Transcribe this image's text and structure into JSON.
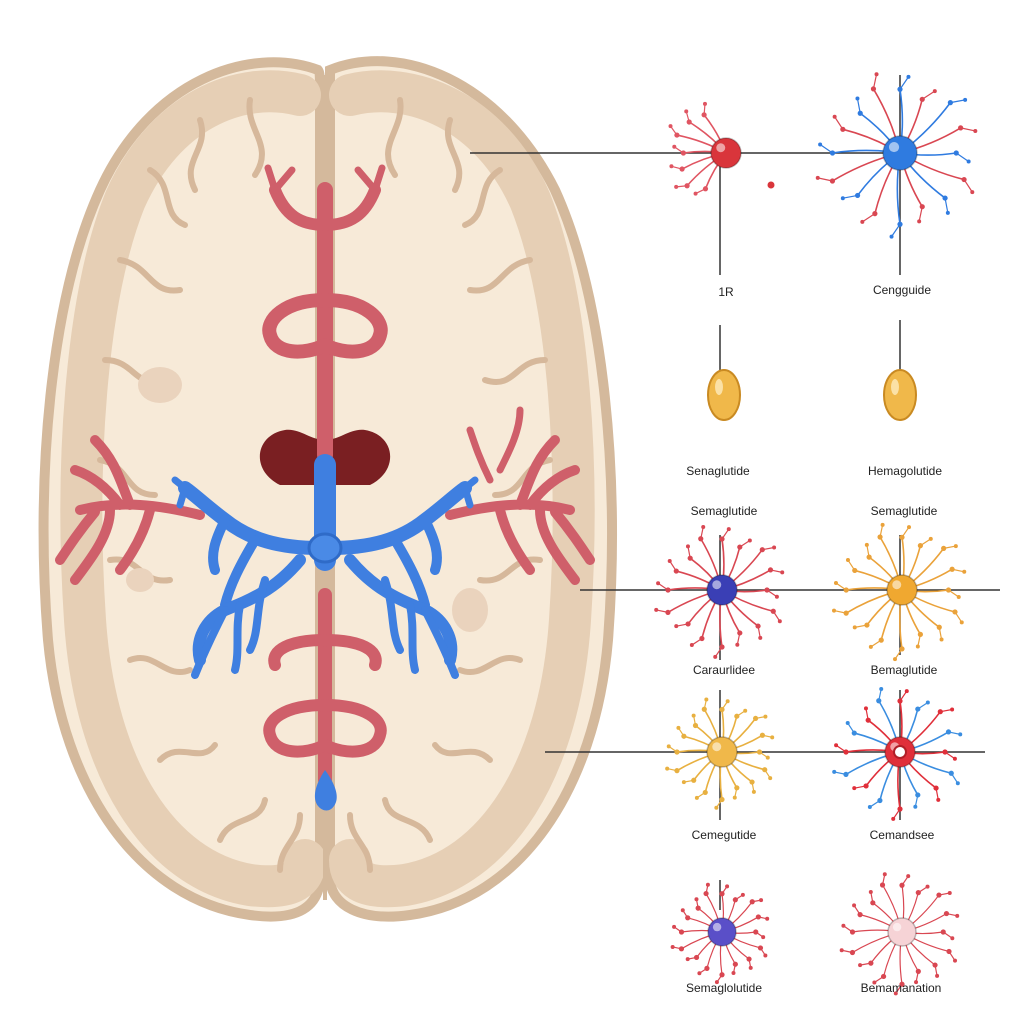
{
  "colors": {
    "background": "#ffffff",
    "brain_outline": "#d8bfa6",
    "brain_fill": "#f7ead8",
    "gyri_shadow": "#e3cdb6",
    "artery_red": "#cf5f6a",
    "vein_blue": "#3f7fe0",
    "ventricle": "#7a1f22",
    "connector_line": "#333333"
  },
  "labels": [
    {
      "id": "label-r1c1",
      "text": "1R"
    },
    {
      "id": "label-r1c2",
      "text": "Cengguide"
    },
    {
      "id": "label-r2c1a",
      "text": "Senaglutide"
    },
    {
      "id": "label-r2c2a",
      "text": "Hemagolutide"
    },
    {
      "id": "label-r2c1b",
      "text": "Semaglutide"
    },
    {
      "id": "label-r2c2b",
      "text": "Semaglutide"
    },
    {
      "id": "label-r3c1",
      "text": "Caraurlidee"
    },
    {
      "id": "label-r3c2",
      "text": "Bemaglutide"
    },
    {
      "id": "label-r4c1",
      "text": "Cemegutide"
    },
    {
      "id": "label-r4c2",
      "text": "Cemandsee"
    },
    {
      "id": "label-r5c1",
      "text": "Semaglolutide"
    },
    {
      "id": "label-r5c2",
      "text": "Bemamanation"
    }
  ],
  "cells": [
    {
      "id": "cell-r1c1",
      "body_color": "#d9353b",
      "dendrite_color": "#e05562",
      "style": "bipolar"
    },
    {
      "id": "cell-r1c2",
      "body_color": "#2f7be0",
      "dendrite_color": "#d94752",
      "style": "multipolar-mixed"
    },
    {
      "id": "cell-r2c1",
      "body_color": "#f0b84a",
      "dendrite_color": "none",
      "style": "capsule"
    },
    {
      "id": "cell-r2c2",
      "body_color": "#f0b84a",
      "dendrite_color": "none",
      "style": "capsule"
    },
    {
      "id": "cell-r3c1",
      "body_color": "#3a3fb5",
      "dendrite_color": "#d94752",
      "style": "multipolar"
    },
    {
      "id": "cell-r3c2",
      "body_color": "#f0a830",
      "dendrite_color": "#eaa23a",
      "style": "multipolar"
    },
    {
      "id": "cell-r4c1",
      "body_color": "#f0b84a",
      "dendrite_color": "#e8b040",
      "style": "multipolar"
    },
    {
      "id": "cell-r4c2",
      "body_color": "#e02f3a",
      "dendrite_color": "#3a8de0",
      "style": "multipolar-mixed"
    },
    {
      "id": "cell-r5c1",
      "body_color": "#5a4fc8",
      "dendrite_color": "#d94752",
      "style": "multipolar-faint"
    },
    {
      "id": "cell-r5c2",
      "body_color": "#f6d3d6",
      "dendrite_color": "#d94752",
      "style": "multipolar-faint"
    }
  ]
}
